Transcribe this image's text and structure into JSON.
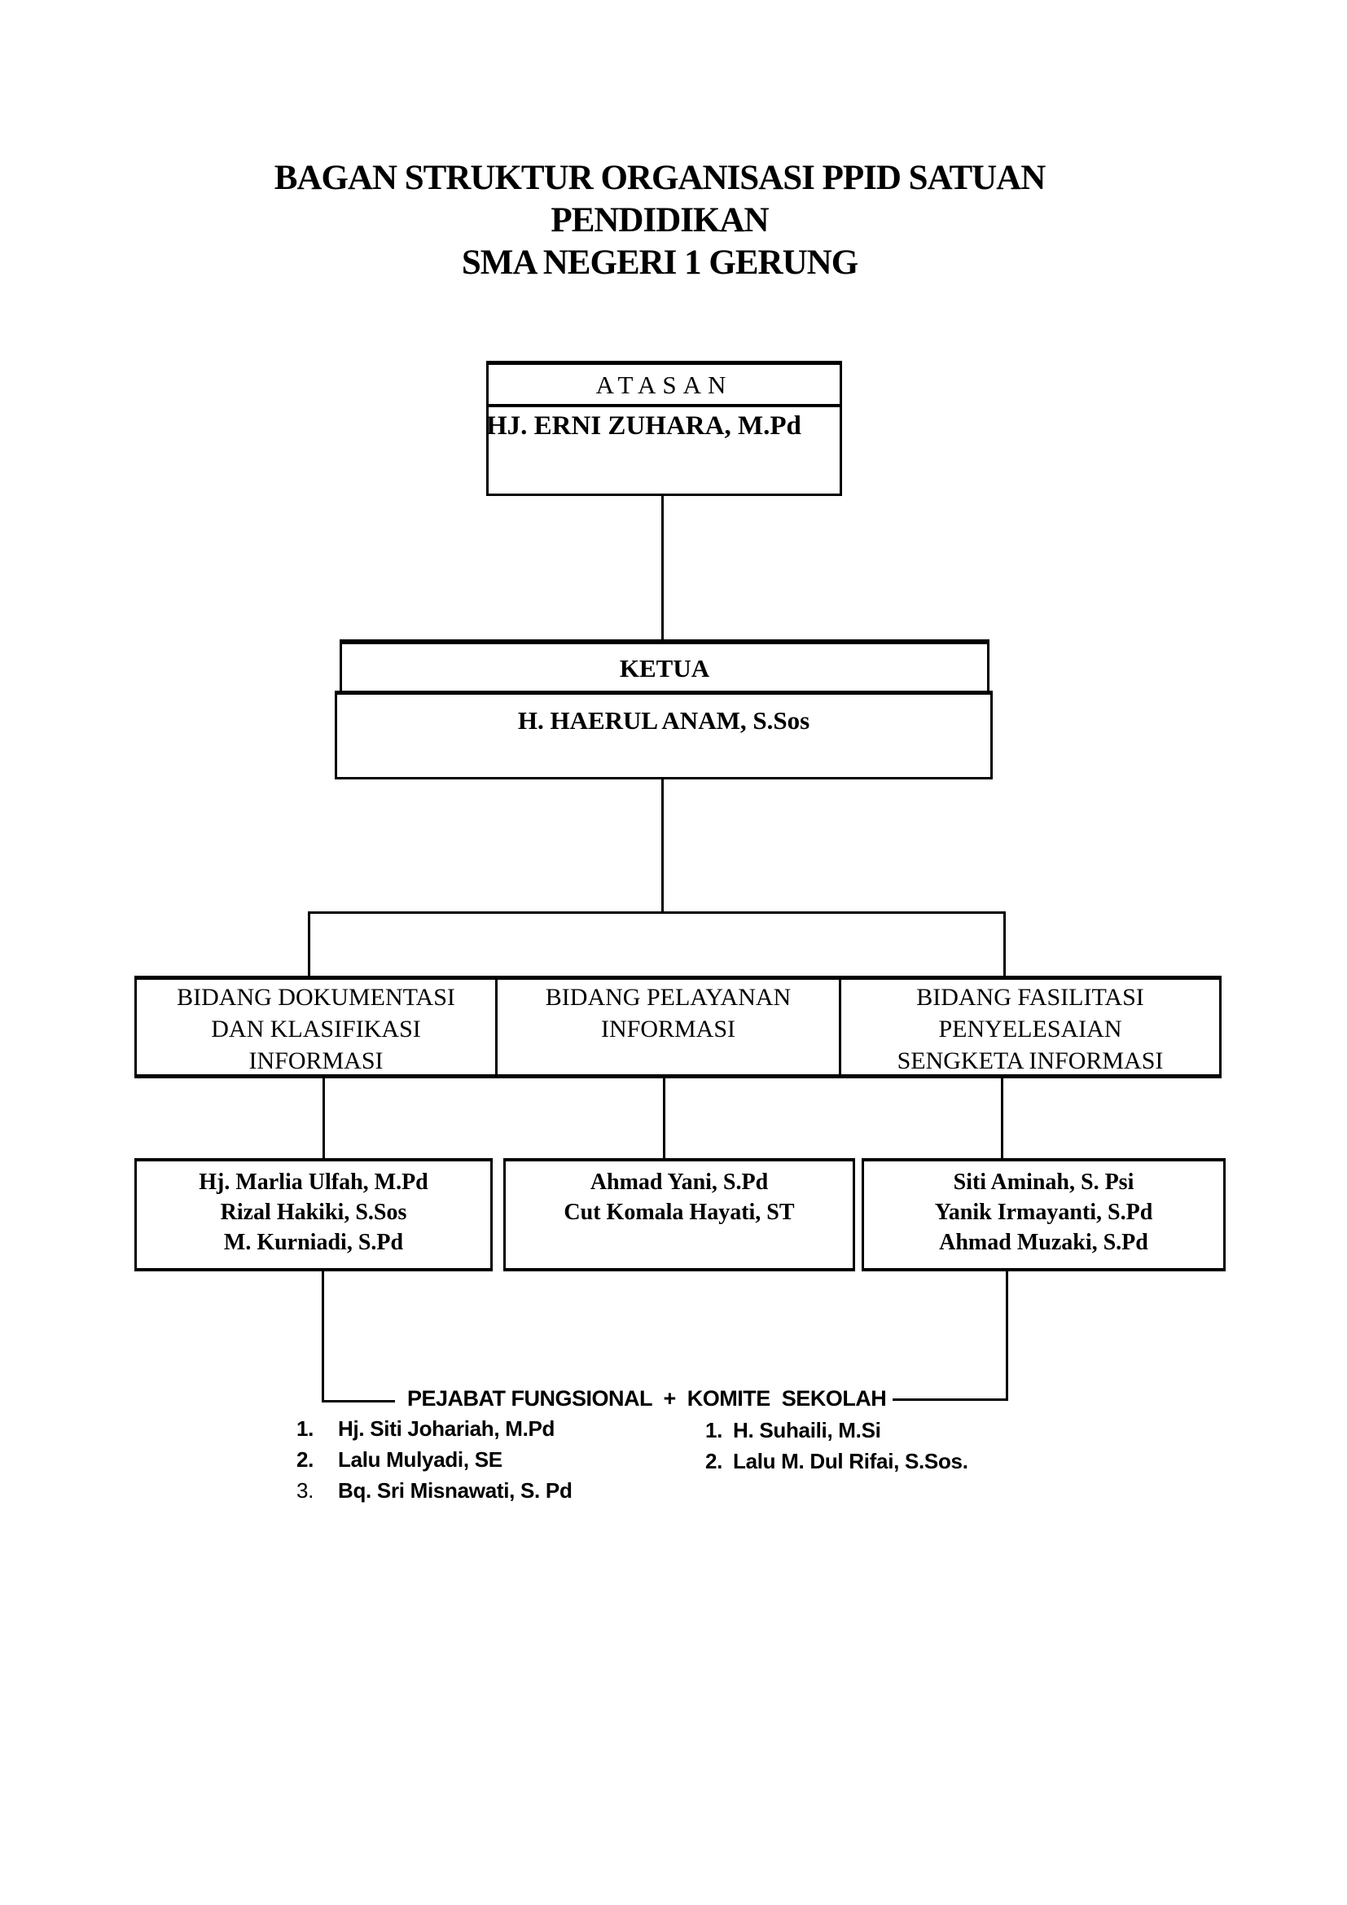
{
  "page": {
    "background_color": "#ffffff",
    "ink_color": "#000000"
  },
  "title": {
    "line1": "BAGAN STRUKTUR ORGANISASI PPID SATUAN",
    "line2": "PENDIDIKAN",
    "line3": "SMA NEGERI 1 GERUNG"
  },
  "chart": {
    "atasan": {
      "label": "ATASAN",
      "name": "HJ. ERNI ZUHARA, M.Pd"
    },
    "ketua": {
      "label": "KETUA",
      "name": "H. HAERUL ANAM, S.Sos"
    },
    "bidang_cells": [
      {
        "lines": [
          "BIDANG DOKUMENTASI",
          "DAN KLASIFIKASI",
          "INFORMASI"
        ]
      },
      {
        "lines": [
          "BIDANG PELAYANAN",
          "INFORMASI"
        ]
      },
      {
        "lines": [
          "BIDANG FASILITASI",
          "PENYELESAIAN",
          "SENGKETA INFORMASI"
        ]
      }
    ],
    "member_boxes": [
      {
        "lines": [
          "Hj. Marlia Ulfah, M.Pd",
          "Rizal Hakiki, S.Sos",
          "M. Kurniadi, S.Pd"
        ]
      },
      {
        "lines": [
          "Ahmad Yani, S.Pd",
          "Cut Komala Hayati, ST"
        ]
      },
      {
        "lines": [
          "Siti Aminah, S. Psi",
          "Yanik Irmayanti, S.Pd",
          "Ahmad Muzaki, S.Pd"
        ]
      }
    ]
  },
  "footer": {
    "heading": "PEJABAT FUNGSIONAL  +  KOMITE  SEKOLAH",
    "left_list": [
      {
        "num": "1.",
        "text": "Hj. Siti Johariah, M.Pd"
      },
      {
        "num": "2.",
        "text": "Lalu Mulyadi, SE"
      },
      {
        "num": "3.",
        "text": "Bq. Sri Misnawati, S. Pd"
      }
    ],
    "right_list": [
      {
        "num": "1.",
        "text": "H. Suhaili, M.Si"
      },
      {
        "num": "2.",
        "text": "Lalu M. Dul Rifai, S.Sos."
      }
    ]
  }
}
